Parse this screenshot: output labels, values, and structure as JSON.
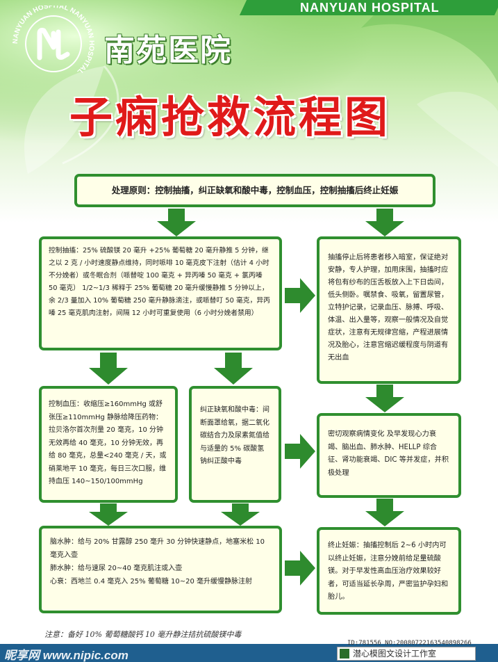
{
  "header": {
    "hospital_en": "NANYUAN HOSPITAL",
    "hospital_cn": "南苑医院",
    "logo_ring_text": "NANYUAN HOSPITAL NANYUAN HOSPITAL"
  },
  "title": "子痫抢救流程图",
  "flow": {
    "principle": "处理原则：控制抽搐，纠正缺氧和酸中毒，控制血压，控制抽搐后终止妊娠",
    "convulsion": "控制抽搐：25% 硫酸镁 20 毫升 +25% 葡萄糖 20 毫升静推 5 分钟，继之以 2 克 / 小时速度静点维持，同时哌啡 10 毫克皮下注射（估计 4 小时不分娩者）或冬眠合剂（哌替啶 100 毫克 + 异丙嗪 50 毫克 + 氯丙嗪 50 毫克） 1/2~1/3 稀释于 25% 葡萄糖 20 毫升缓慢静推 5 分钟以上，余 2/3 量加入 10% 葡萄糖 250 毫升静脉滴注，或哌替叮 50 毫克，异丙嗪 25 毫克肌肉注射，间隔 12 小时可重复使用（6 小时分娩者禁用）",
    "care": "抽搐停止后将患者移入暗室，保证绝对安静，专人护理，加用床围，抽搐时应将包有纱布的压舌板放入上下日齿间，低头侧卧。嘱禁食、吸氧，留置尿管，立特护记录，记录血压、脉搏、呼吸、体温、出入量等，观察一般情况及自觉症状，注意有无规律宫缩，产程进展情况及胎心，注意宫缩迟缓程度与阴道有无出血",
    "bp": "控制血压：收缩压≥160mmHg 或舒张压≥110mmHg 静脉给降压药物：拉贝洛尔首次剂量 20 毫克，10 分钟无效再给 40 毫克，10 分钟无效，再给 80 毫克，总量<240 毫克 / 天，或硝莱地平 10 毫克，每日三次口服，维持血压 140~150/100mmHg",
    "acid": "纠正缺氧和酸中毒：间断面罩给氧，据二氧化碳结合力及尿素氮值给与适量的 5% 碳酸氢钠纠正酸中毒",
    "observe": "密切观察病情变化 及早发现心力衰竭、脑出血、肺水肿、HELLP 综合征、肾功能衰竭、DIC 等并发症，并积极处理",
    "edema": "脑水肿：给与 20% 甘露醇 250 毫升 30 分钟快速静点，地塞米松 10 毫克入壶\n肺水肿：给与速尿 20~40 毫克肌注或入壶\n心衰：西地兰 0.4 毫克入 25% 葡萄糖 10~20 毫升缓慢静脉注射",
    "terminate": "终止妊娠：抽搐控制后 2~6 小时内可以终止妊娠，注意分娩前给足量硫酸镁。对于早发性高血压治疗效果较好者，可适当延长孕周，严密监护孕妇和胎儿。"
  },
  "note": "注意：备好 10% 葡萄糖酸钙 10 毫升静注拮抗硫酸镁中毒",
  "footer": {
    "watermark": "昵享网 www.nipic.com",
    "id_stamp": "ID:781556 NO:20080722163540898266",
    "studio": "潜心模图文设计工作室"
  },
  "colors": {
    "box_border": "#2f8f2f",
    "box_fill": "#ffffe8",
    "arrow": "#2e8b2e",
    "title_red": "#e01a1a",
    "header_green": "#2e9e3a"
  },
  "icons": [
    "hospital-logo-icon",
    "leaf-decoration-icon",
    "down-arrow-icon",
    "right-arrow-icon"
  ]
}
